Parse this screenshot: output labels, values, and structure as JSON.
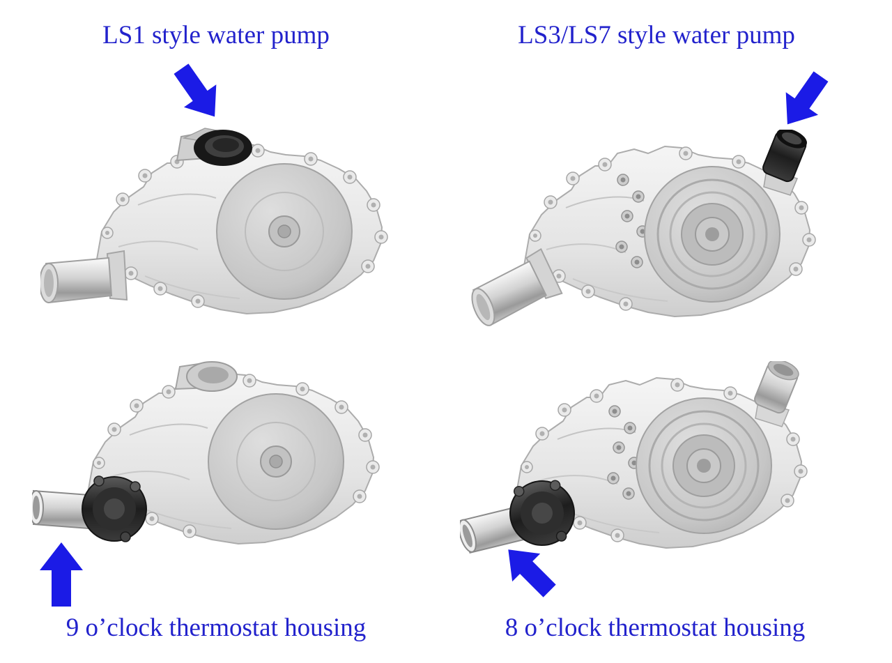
{
  "page": {
    "background": "#ffffff"
  },
  "colors": {
    "label_blue": "#2222cc",
    "arrow_blue": "#1b1be6"
  },
  "labels": {
    "top_left": "LS1 style water pump",
    "top_right": "LS3/LS7 style water pump",
    "bottom_left": "9 o’clock thermostat housing",
    "bottom_right": "8 o’clock thermostat housing"
  },
  "figures": {
    "top_left": "ls1-water-pump-illustration",
    "top_right": "ls3-ls7-water-pump-illustration",
    "bottom_left": "ls1-pump-9-oclock-thermostat-illustration",
    "bottom_right": "ls3-pump-8-oclock-thermostat-illustration"
  },
  "arrows": {
    "top_left_direction": "down-right",
    "top_right_direction": "down-left",
    "bottom_left_direction": "up",
    "bottom_right_direction": "up-left"
  }
}
